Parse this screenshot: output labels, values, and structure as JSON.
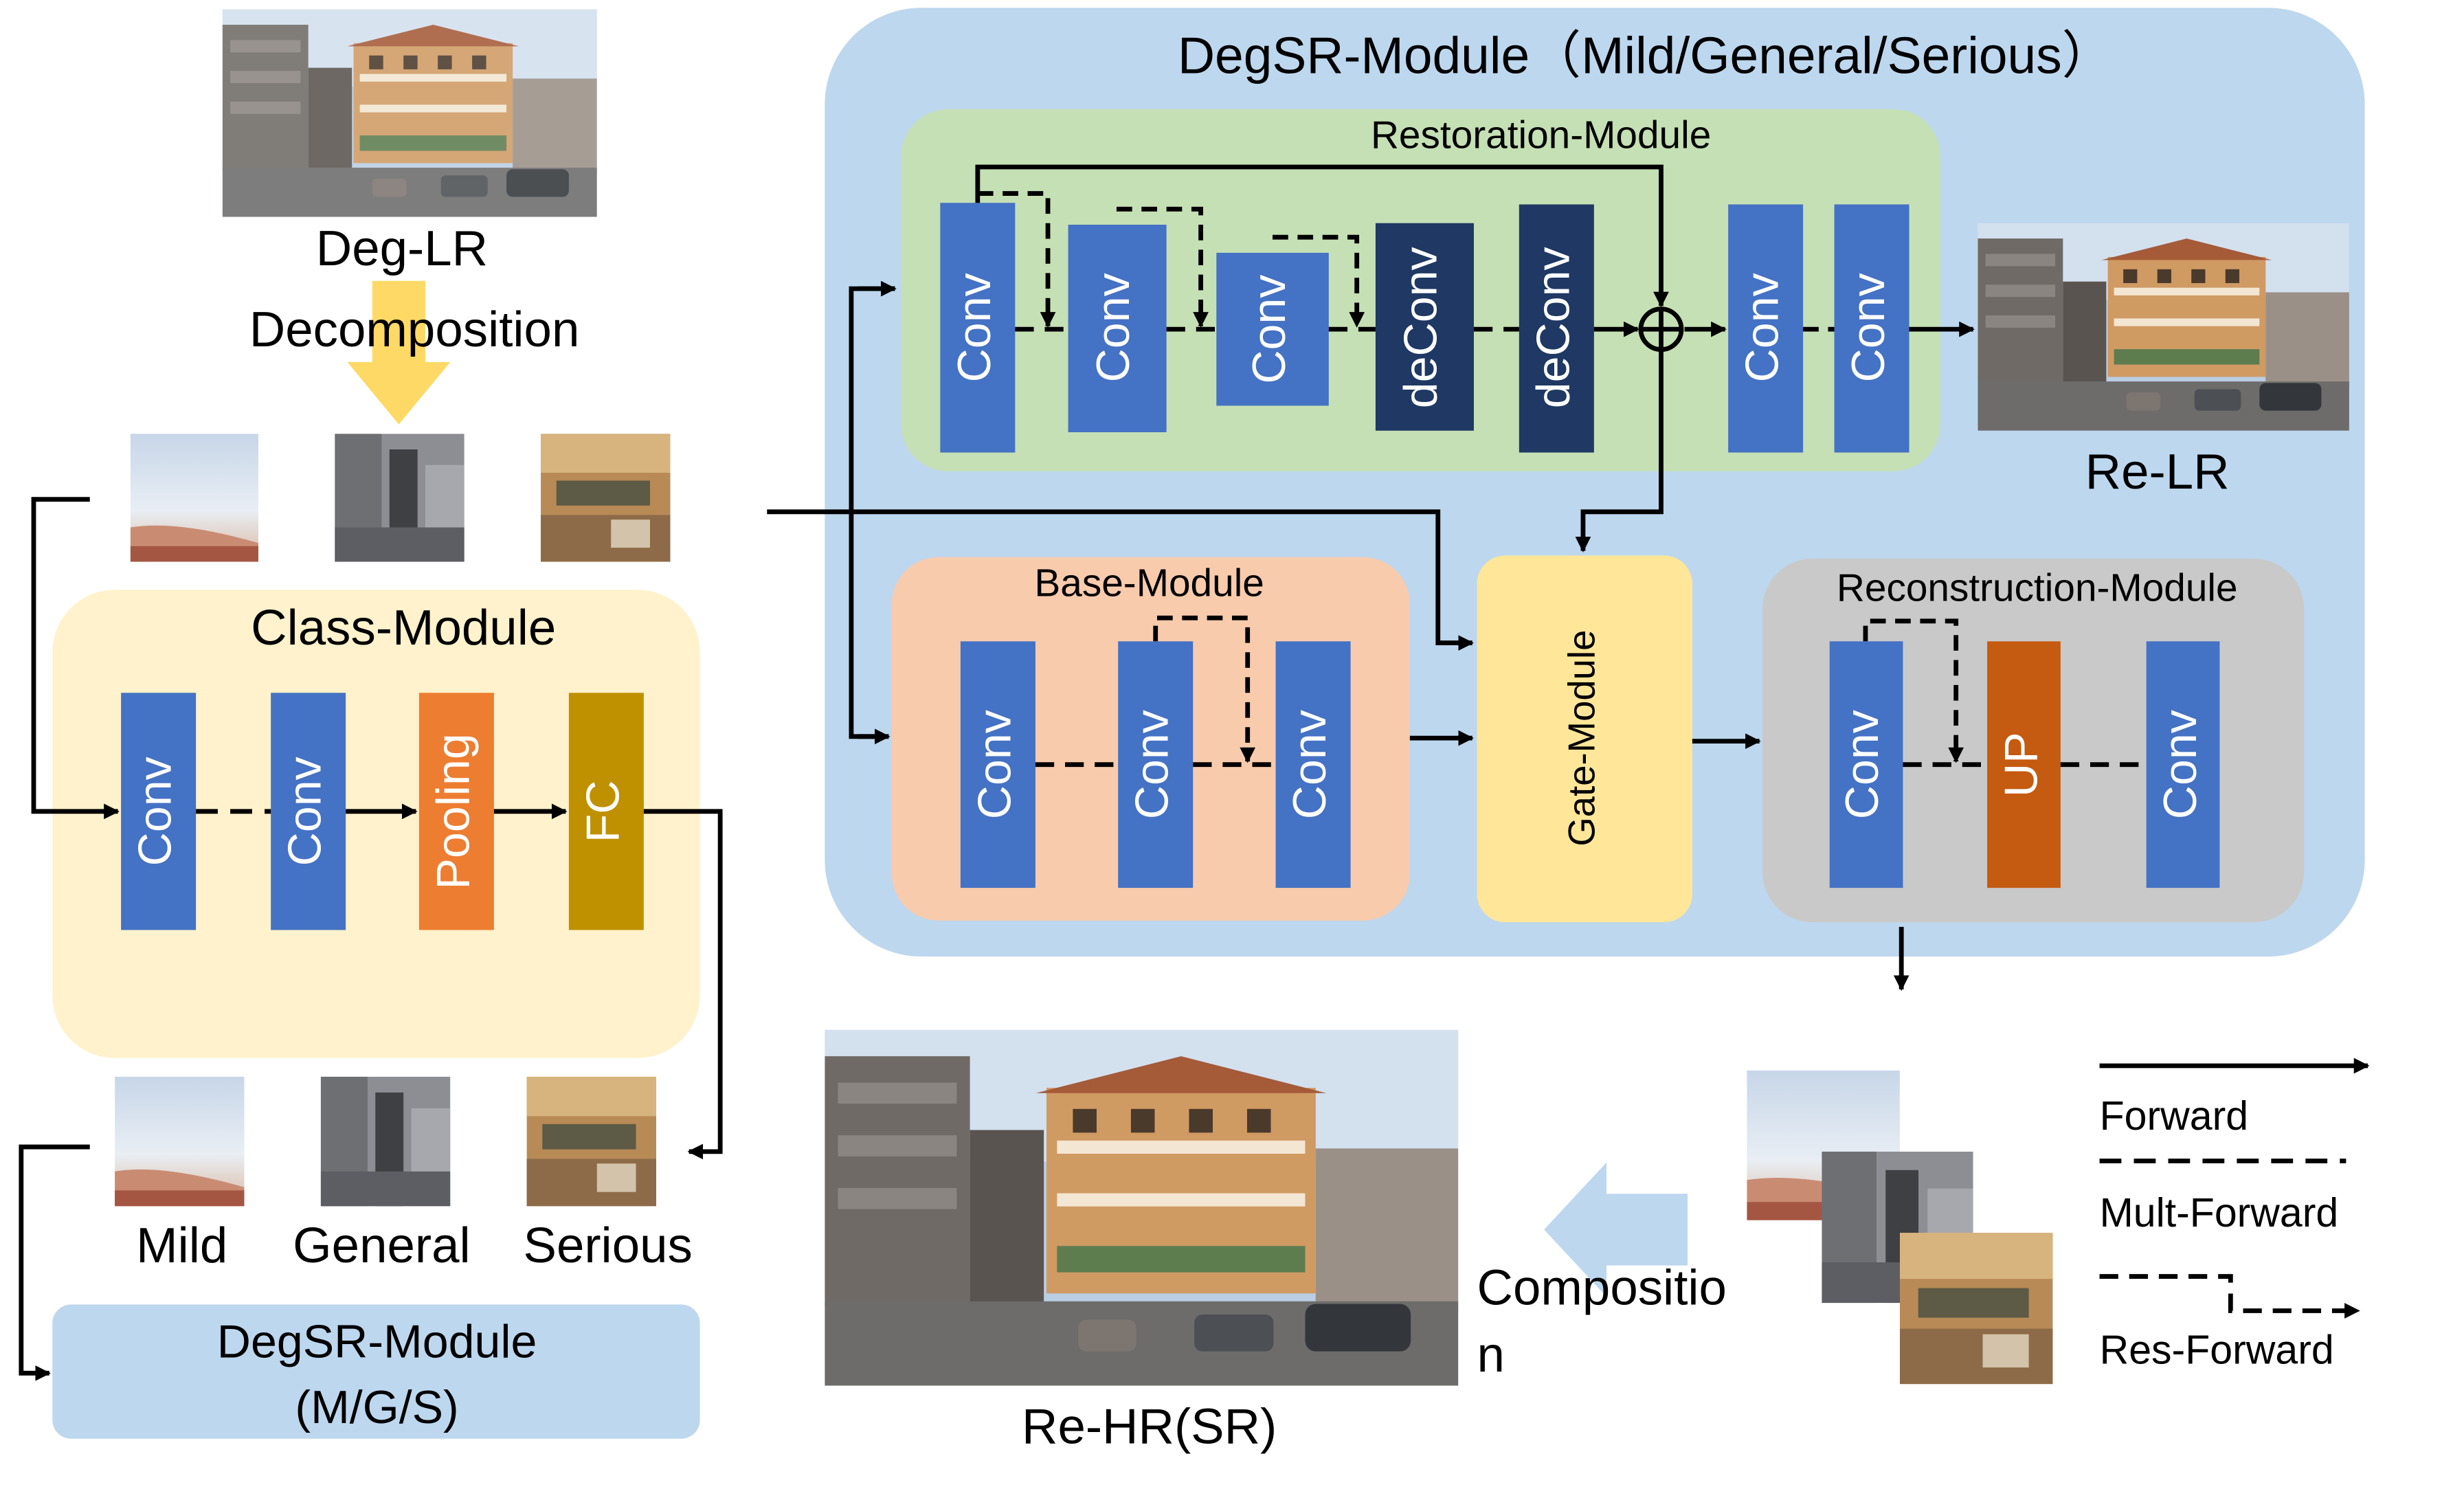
{
  "labels": {
    "deg_lr": "Deg-LR",
    "decomposition": "Decomposition",
    "class_module": "Class-Module",
    "mild": "Mild",
    "general": "General",
    "serious": "Serious",
    "degsr_small_line1": "DegSR-Module",
    "degsr_small_line2": "(M/G/S)",
    "degsr_module_title": "DegSR-Module（Mild/General/Serious）",
    "restoration_module": "Restoration-Module",
    "base_module": "Base-Module",
    "gate_module": "Gate-Module",
    "reconstruction_module": "Reconstruction-Module",
    "re_lr": "Re-LR",
    "re_hr": "Re-HR(SR)",
    "composition_line1": "Compositio",
    "composition_line2": "n"
  },
  "blocks": {
    "conv": "Conv",
    "deconv": "deConv",
    "pooling": "Pooling",
    "fc": "FC",
    "up": "UP"
  },
  "legend": {
    "forward": "Forward",
    "mult_forward": "Mult-Forward",
    "res_forward": "Res-Forward"
  },
  "colors": {
    "conv_blue": "#4472C4",
    "deconv_navy": "#1F3864",
    "pooling_orange": "#ED7D31",
    "fc_olive": "#BF9000",
    "up_orange": "#C55A11",
    "degsr_bg": "#BDD7EE",
    "restoration_bg": "#C5E0B4",
    "base_bg": "#F8CBAD",
    "gate_bg": "#FFE699",
    "reconstruction_bg": "#C9C9C9",
    "class_bg": "#FFF2CC",
    "decomposition_arrow": "#FFD966",
    "composition_arrow": "#BDD7EE"
  }
}
